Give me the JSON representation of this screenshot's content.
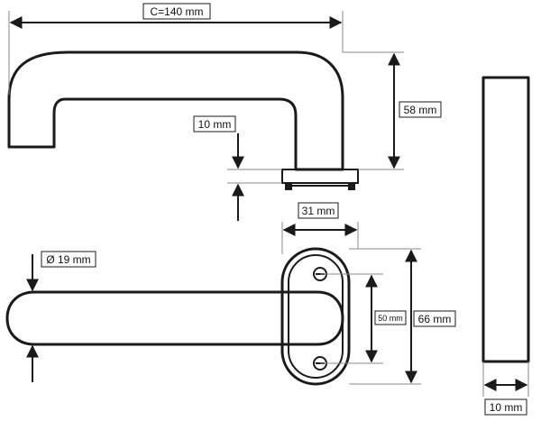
{
  "dimensions": {
    "length": "C=140 mm",
    "height": "58 mm",
    "rose_thickness": "10 mm",
    "rose_width": "31 mm",
    "grip_diameter": "Ø 19 mm",
    "screw_spacing": "50 mm",
    "rose_height": "66 mm",
    "side_thickness": "10 mm"
  },
  "colors": {
    "line": "#1a1a1a",
    "extension_line": "#8a8a8a",
    "background": "#ffffff"
  }
}
